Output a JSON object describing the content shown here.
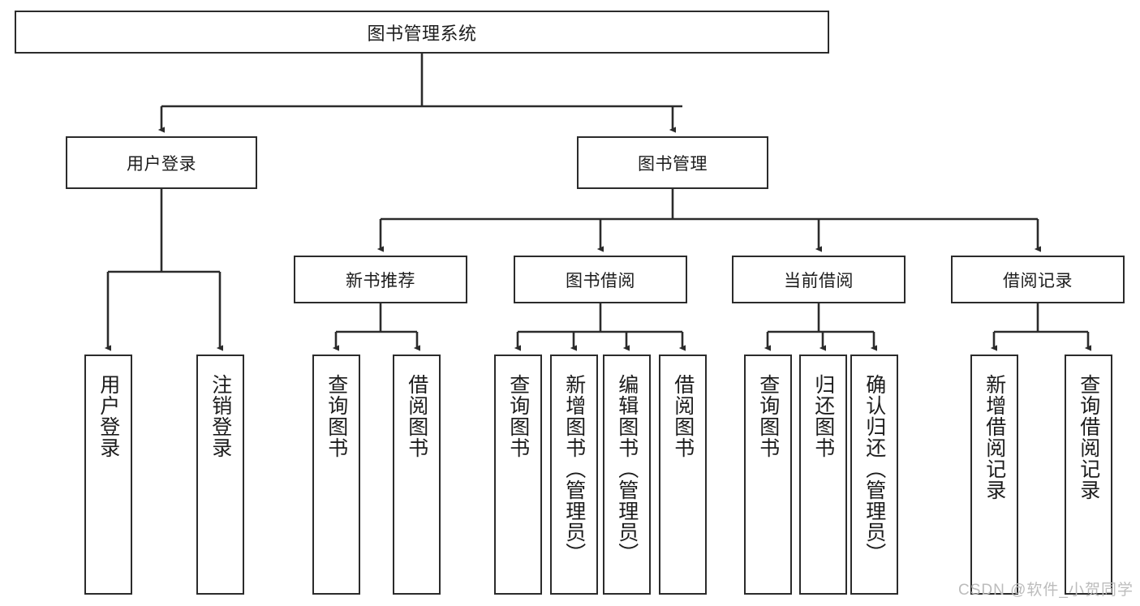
{
  "diagram": {
    "title": "图书管理系统",
    "type": "hierarchy-tree",
    "watermark": "CSDN @软件_小贺同学",
    "colors": {
      "background": "#ffffff",
      "box_border": "#2b2b2b",
      "connector": "#2b2b2b",
      "text": "#1c1c1c",
      "watermark": "#bcbcbc"
    },
    "nodes": {
      "root": {
        "label": "图书管理系统",
        "level": 1
      },
      "level2": [
        {
          "id": "user-login",
          "label": "用户登录"
        },
        {
          "id": "book-manage",
          "label": "图书管理"
        }
      ],
      "level3": [
        {
          "id": "new-book-recommend",
          "label": "新书推荐"
        },
        {
          "id": "book-borrow",
          "label": "图书借阅"
        },
        {
          "id": "current-borrow",
          "label": "当前借阅"
        },
        {
          "id": "borrow-record",
          "label": "借阅记录"
        }
      ],
      "leaves": {
        "user_login": [
          {
            "id": "leaf-user-login",
            "label": "用户登录"
          },
          {
            "id": "leaf-logout-login",
            "label": "注销登录"
          }
        ],
        "new_book_recommend": [
          {
            "id": "leaf-query-book-1",
            "label": "查询图书"
          },
          {
            "id": "leaf-borrow-book-1",
            "label": "借阅图书"
          }
        ],
        "book_borrow": [
          {
            "id": "leaf-query-book-2",
            "label": "查询图书"
          },
          {
            "id": "leaf-add-book",
            "label": "新增图书（管理员）"
          },
          {
            "id": "leaf-edit-book",
            "label": "编辑图书（管理员）"
          },
          {
            "id": "leaf-borrow-book-2",
            "label": "借阅图书"
          }
        ],
        "current_borrow": [
          {
            "id": "leaf-query-book-3",
            "label": "查询图书"
          },
          {
            "id": "leaf-return-book",
            "label": "归还图书"
          },
          {
            "id": "leaf-confirm-return",
            "label": "确认归还（管理员）"
          }
        ],
        "borrow_record": [
          {
            "id": "leaf-add-record",
            "label": "新增借阅记录"
          },
          {
            "id": "leaf-query-record",
            "label": "查询借阅记录"
          }
        ]
      }
    }
  }
}
